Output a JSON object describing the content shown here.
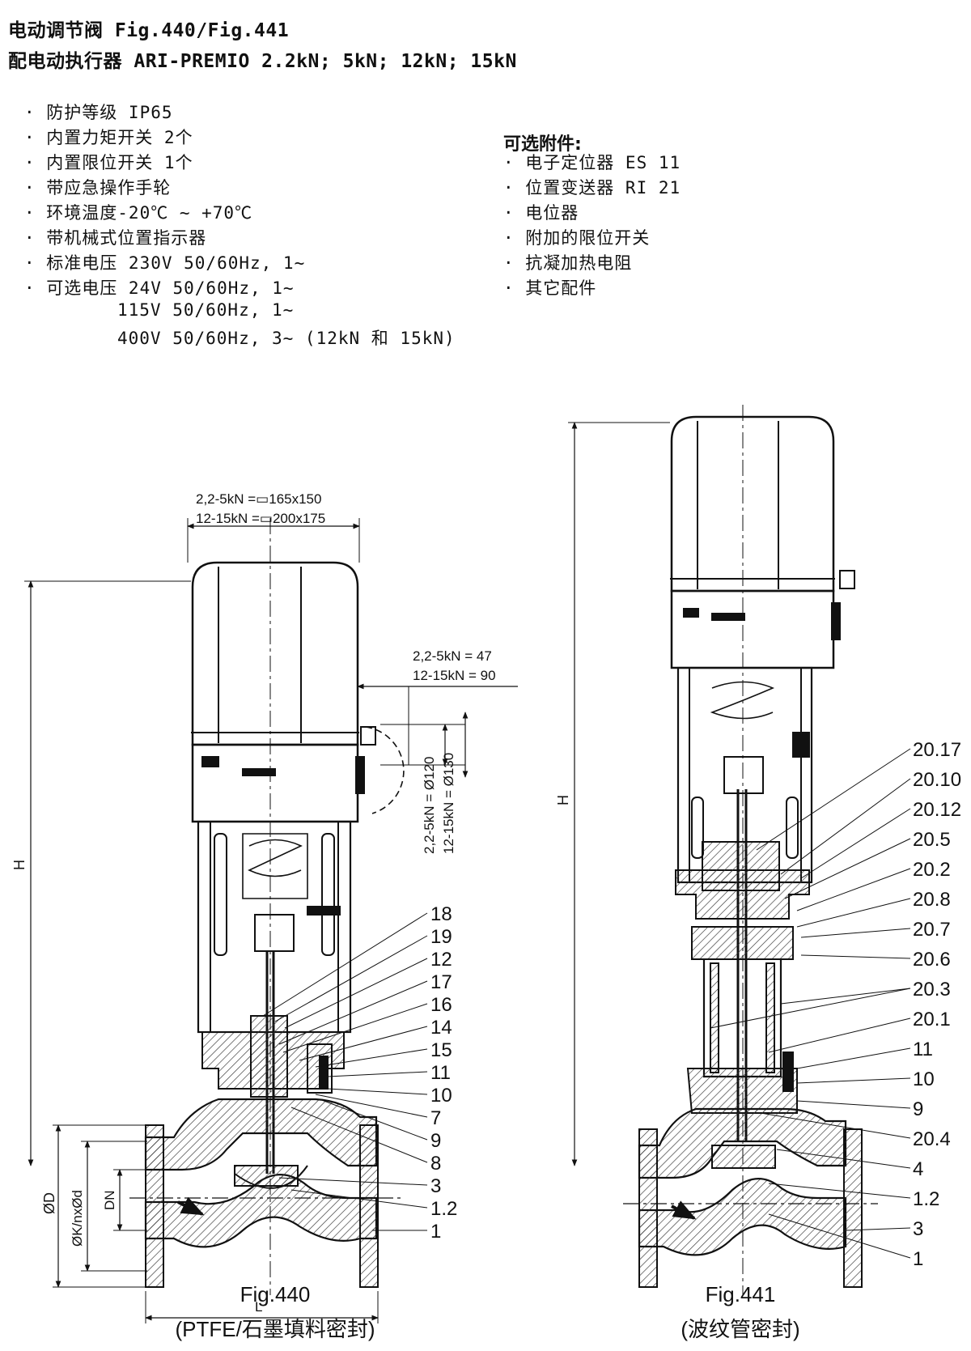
{
  "title_line1": "电动调节阀 Fig.440/Fig.441",
  "title_line2": "配电动执行器 ARI-PREMIO 2.2kN; 5kN; 12kN; 15kN",
  "features": [
    "· 防护等级 IP65",
    "· 内置力矩开关 2个",
    "· 内置限位开关 1个",
    "· 带应急操作手轮",
    "· 环境温度-20℃ ~ +70℃",
    "· 带机械式位置指示器",
    "· 标准电压 230V 50/60Hz, 1~",
    "· 可选电压 24V 50/60Hz, 1~",
    "115V 50/60Hz, 1~",
    "400V 50/60Hz, 3~ (12kN 和 15kN)"
  ],
  "options_title": "可选附件:",
  "options": [
    "· 电子定位器 ES 11",
    "· 位置变送器 RI 21",
    "· 电位器",
    "· 附加的限位开关",
    "· 抗凝加热电阻",
    "· 其它配件"
  ],
  "fig440": {
    "dim_top_1": "2,2-5kN =▭165x150",
    "dim_top_2": "12-15kN =▭200x175",
    "dim_side_1": "2,2-5kN = 47",
    "dim_side_2": "12-15kN = 90",
    "dim_vert_1": "2,2-5kN = Ø120",
    "dim_vert_2": "12-15kN = Ø130",
    "label_H": "H",
    "label_D": "ØD",
    "label_K": "ØK/nxØd",
    "label_DN": "DN",
    "label_L": "L",
    "parts": [
      "18",
      "19",
      "12",
      "17",
      "16",
      "14",
      "15",
      "11",
      "10",
      "7",
      "9",
      "8",
      "3",
      "1.2",
      "1"
    ],
    "caption": "Fig.440",
    "subcaption": "(PTFE/石墨填料密封)"
  },
  "fig441": {
    "label_H": "H",
    "parts": [
      "20.17",
      "20.10",
      "20.12",
      "20.5",
      "20.2",
      "20.8",
      "20.7",
      "20.6",
      "20.3",
      "20.1",
      "11",
      "10",
      "9",
      "20.4",
      "4",
      "1.2",
      "3",
      "1"
    ],
    "caption": "Fig.441",
    "subcaption": "(波纹管密封)"
  },
  "colors": {
    "line": "#111111",
    "hatch": "#333333",
    "background": "#ffffff"
  }
}
